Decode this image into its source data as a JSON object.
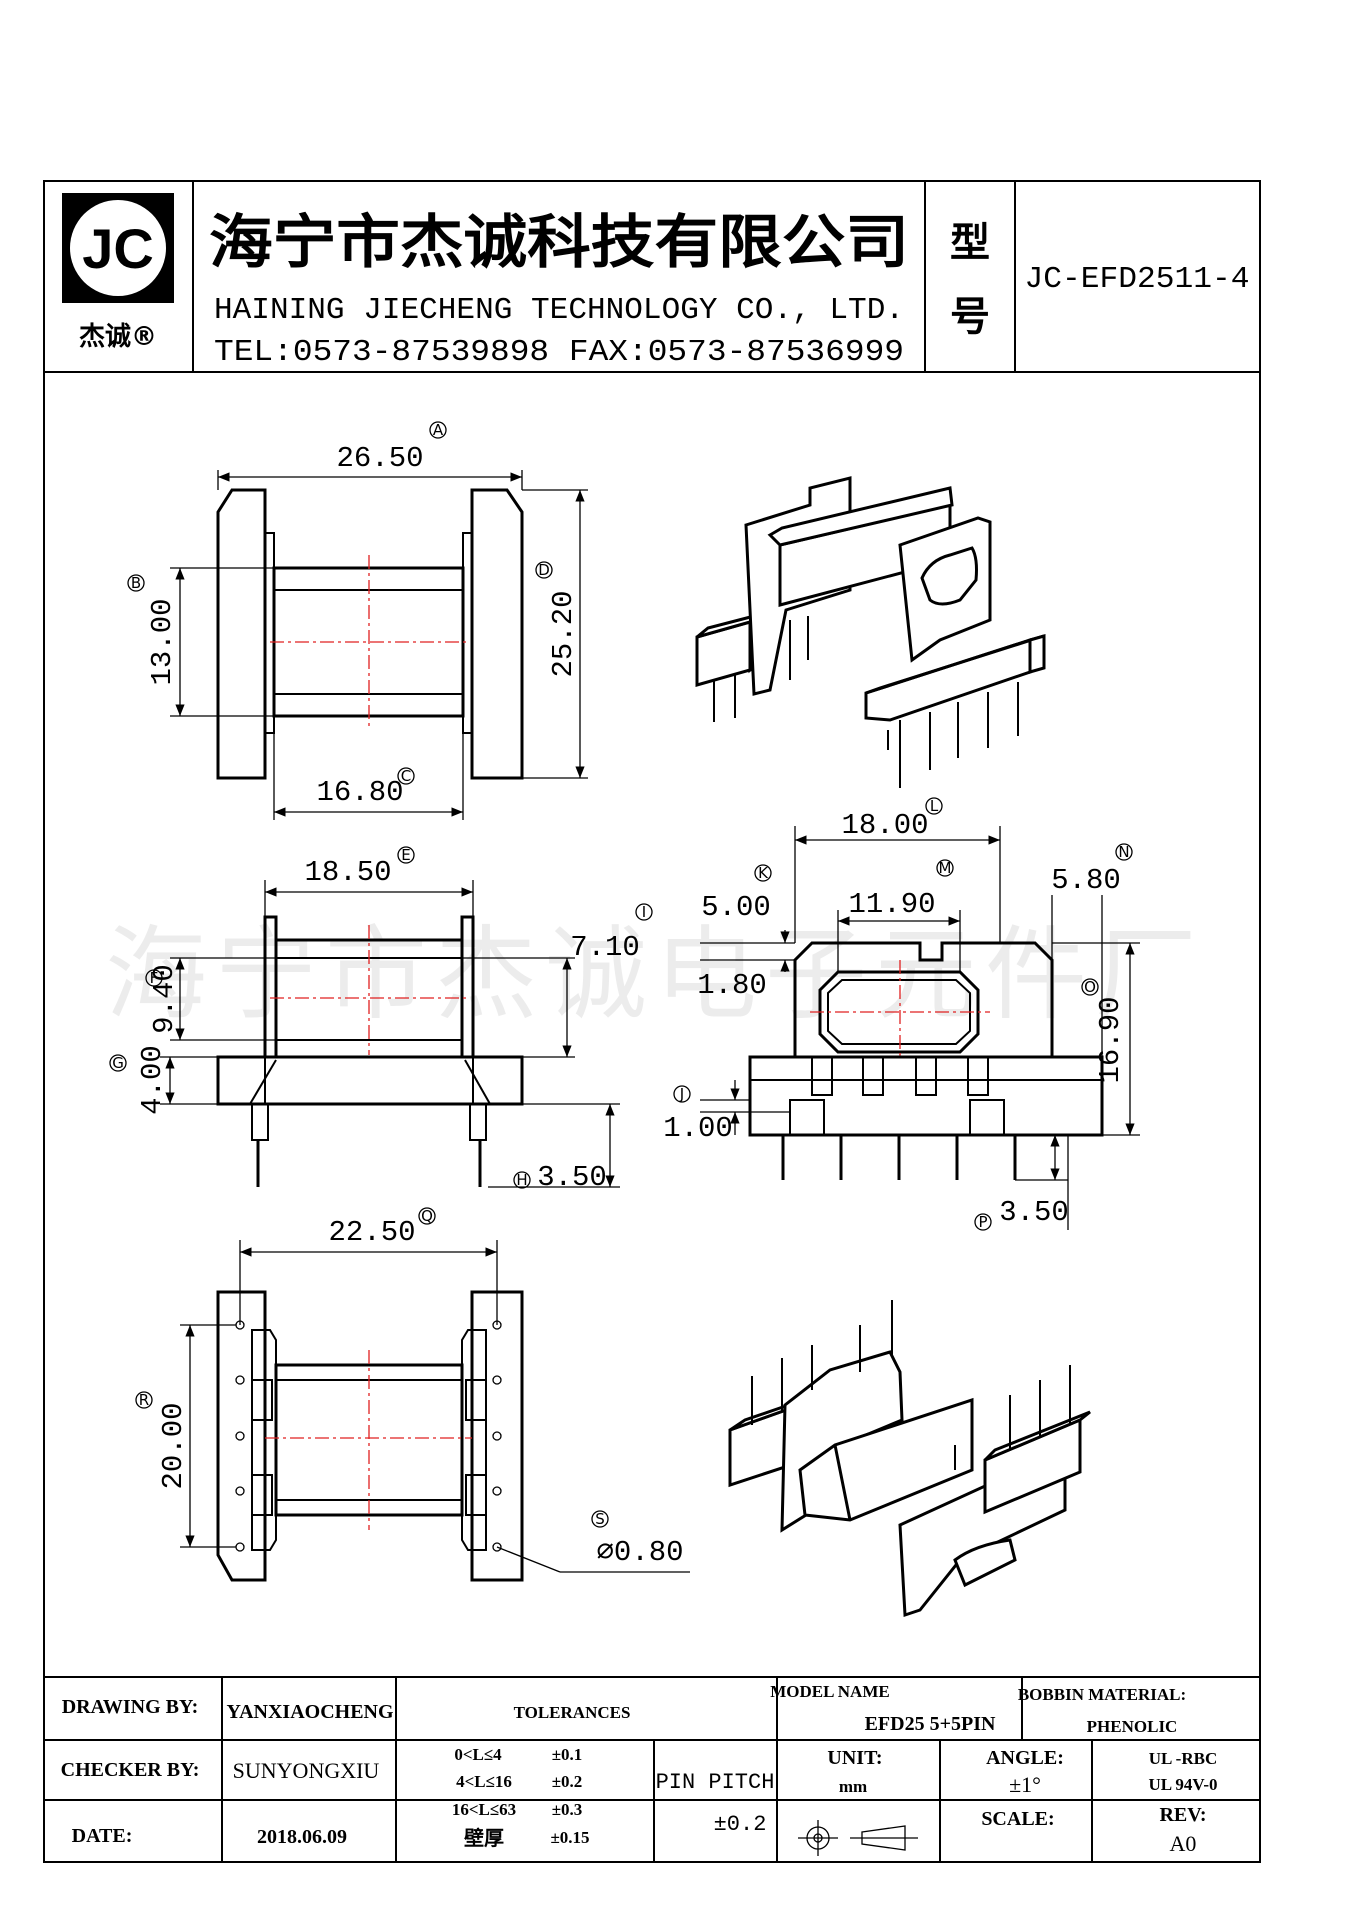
{
  "header": {
    "logo_text": "JC",
    "logo_cn": "杰诚®",
    "company_cn": "海宁市杰诚科技有限公司",
    "company_en": "HAINING JIECHENG TECHNOLOGY CO., LTD.",
    "contact": "TEL:0573-87539898   FAX:0573-87536999",
    "model_label_1": "型",
    "model_label_2": "号",
    "part_number": "JC-EFD2511-4"
  },
  "watermark": "海宁市杰诚电子元件厂",
  "dimensions": {
    "A": {
      "marker": "A",
      "value": "26.50"
    },
    "B": {
      "marker": "B",
      "value": "13.00"
    },
    "C": {
      "marker": "C",
      "value": "16.80"
    },
    "D": {
      "marker": "D",
      "value": "25.20"
    },
    "E": {
      "marker": "E",
      "value": "18.50"
    },
    "F": {
      "marker": "F",
      "value": "9.40"
    },
    "G": {
      "marker": "G",
      "value": "4.00"
    },
    "H": {
      "marker": "H",
      "value": "3.50"
    },
    "I": {
      "marker": "I",
      "value": "7.10"
    },
    "J": {
      "marker": "J",
      "value": "1.00"
    },
    "K": {
      "marker": "K",
      "value": "5.00"
    },
    "L": {
      "marker": "L",
      "value": "18.00"
    },
    "M": {
      "marker": "M",
      "value": "11.90"
    },
    "N": {
      "marker": "N",
      "value": "5.80"
    },
    "O": {
      "marker": "O",
      "value": "16.90"
    },
    "P": {
      "marker": "P",
      "value": "3.50"
    },
    "Q": {
      "marker": "Q",
      "value": "22.50"
    },
    "R": {
      "marker": "R",
      "value": "20.00"
    },
    "S": {
      "marker": "S",
      "value": "⌀0.80"
    },
    "K_extra": {
      "value": "1.80"
    }
  },
  "title_block": {
    "drawing_by_label": "DRAWING  BY:",
    "drawing_by_value": "YANXIAOCHENG",
    "checker_by_label": "CHECKER  BY:",
    "checker_by_value": "SUNYONGXIU",
    "date_label": "DATE:",
    "date_value": "2018.06.09",
    "tolerances_label": "TOLERANCES",
    "tol_rows": [
      {
        "range": "0<L≤4",
        "tol": "±0.1"
      },
      {
        "range": "4<L≤16",
        "tol": "±0.2"
      },
      {
        "range": "16<L≤63",
        "tol": "±0.3"
      },
      {
        "range": "壁厚",
        "tol": "±0.15"
      }
    ],
    "pin_pitch_label": "PIN PITCH",
    "pin_pitch_value": "±0.2",
    "model_name_label": "MODEL NAME",
    "model_name_value": "EFD25   5+5PIN",
    "material_label": "BOBBIN MATERIAL:",
    "material_value": "PHENOLIC",
    "unit_label": "UNIT:",
    "unit_value": "mm",
    "angle_label": "ANGLE:",
    "angle_value": "±1°",
    "ul_1": "UL -RBC",
    "ul_2": "UL  94V-0",
    "scale_label": "SCALE:",
    "rev_label": "REV:",
    "rev_value": "A0"
  }
}
